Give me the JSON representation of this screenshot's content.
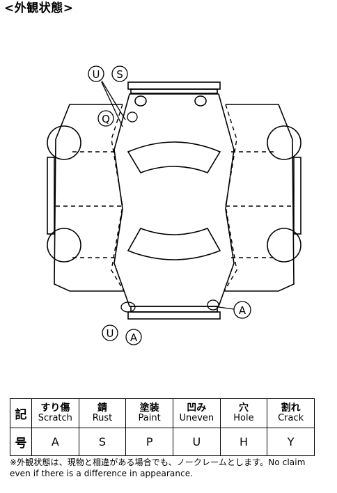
{
  "header": {
    "title": "<外観状態>"
  },
  "marks": {
    "front_left_top": "U",
    "front_left_top2": "S",
    "front_left_mid": "Q",
    "rear_left": "U",
    "rear_left2": "A",
    "rear_right": "A"
  },
  "legend": {
    "row_label_top": "記",
    "row_label_bottom": "号",
    "columns": [
      {
        "jp": "すり傷",
        "en": "Scratch",
        "code": "A"
      },
      {
        "jp": "錆",
        "en": "Rust",
        "code": "S"
      },
      {
        "jp": "塗装",
        "en": "Paint",
        "code": "P"
      },
      {
        "jp": "凹み",
        "en": "Uneven",
        "code": "U"
      },
      {
        "jp": "穴",
        "en": "Hole",
        "code": "H"
      },
      {
        "jp": "割れ",
        "en": "Crack",
        "code": "Y"
      }
    ]
  },
  "note": "※外観状態は、現物と相違がある場合でも、ノークレームとします。No claim even if there is a difference in appearance."
}
